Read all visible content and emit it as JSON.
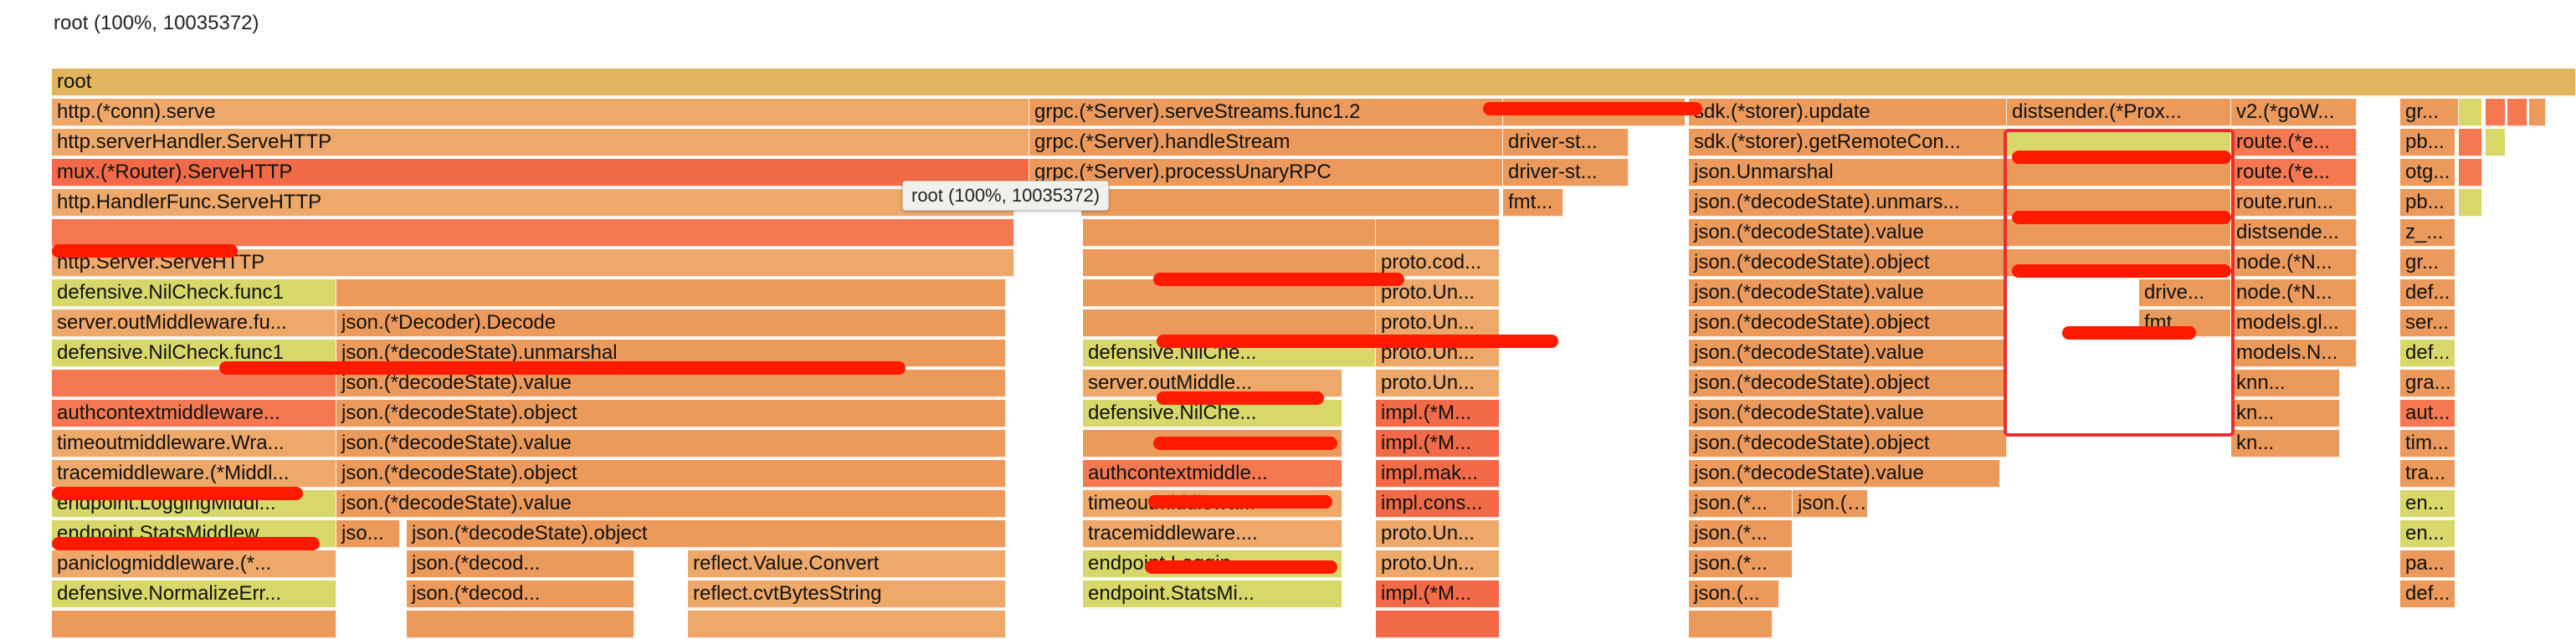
{
  "header": {
    "title": "root (100%, 10035372)"
  },
  "tooltip": {
    "text": "root (100%, 10035372)"
  },
  "colors": {
    "orange": "#ec9a5c",
    "light_orange": "#eda86a",
    "red_orange": "#f57850",
    "red": "#f36a48",
    "yellow": "#d8d86a",
    "gold": "#e3b45e",
    "highlight_border": "#ea2e2e",
    "redaction": "#ff1a00"
  },
  "flame": {
    "depth0": [
      {
        "label": "root",
        "color": "gold"
      }
    ],
    "depth1": [
      {
        "label": "http.(*conn).serve",
        "color": "light_orange"
      },
      {
        "label": "grpc.(*Server).serveStreams.func1.2",
        "color": "orange"
      },
      {
        "label": "",
        "color": "orange"
      },
      {
        "label": "sdk.(*storer).update",
        "color": "orange"
      },
      {
        "label": "distsender.(*Prox...",
        "color": "orange"
      },
      {
        "label": "v2.(*goW...",
        "color": "orange"
      },
      {
        "label": "gr...",
        "color": "orange"
      },
      {
        "label": "",
        "color": "yellow"
      },
      {
        "label": "",
        "color": "red_orange"
      },
      {
        "label": "",
        "color": "red_orange"
      },
      {
        "label": "",
        "color": "orange"
      }
    ],
    "depth2": [
      {
        "label": "http.serverHandler.ServeHTTP",
        "color": "light_orange"
      },
      {
        "label": "grpc.(*Server).handleStream",
        "color": "orange"
      },
      {
        "label": "driver-st...",
        "color": "orange"
      },
      {
        "label": "sdk.(*storer).getRemoteCon...",
        "color": "orange"
      },
      {
        "label": "",
        "color": "yellow"
      },
      {
        "label": "route.(*e...",
        "color": "red_orange"
      },
      {
        "label": "pb...",
        "color": "orange"
      },
      {
        "label": "",
        "color": "red_orange"
      },
      {
        "label": "",
        "color": "yellow"
      }
    ],
    "depth3": [
      {
        "label": "mux.(*Router).ServeHTTP",
        "color": "red"
      },
      {
        "label": "grpc.(*Server).processUnaryRPC",
        "color": "orange"
      },
      {
        "label": "driver-st...",
        "color": "orange"
      },
      {
        "label": "json.Unmarshal",
        "color": "orange"
      },
      {
        "label": "",
        "color": "orange"
      },
      {
        "label": "route.(*e...",
        "color": "red_orange"
      },
      {
        "label": "otg...",
        "color": "orange"
      },
      {
        "label": "",
        "color": "red_orange"
      }
    ],
    "depth4": [
      {
        "label": "http.HandlerFunc.ServeHTTP",
        "color": "light_orange"
      },
      {
        "label": "",
        "color": "orange"
      },
      {
        "label": "fmt...",
        "color": "orange"
      },
      {
        "label": "json.(*decodeState).unmars...",
        "color": "orange"
      },
      {
        "label": "",
        "color": "orange"
      },
      {
        "label": "route.run...",
        "color": "orange"
      },
      {
        "label": "pb...",
        "color": "orange"
      },
      {
        "label": "",
        "color": "yellow"
      }
    ],
    "depth5": [
      {
        "label": "",
        "color": "red_orange"
      },
      {
        "label": "",
        "color": "orange"
      },
      {
        "label": "",
        "color": "orange"
      },
      {
        "label": "json.(*decodeState).value",
        "color": "orange"
      },
      {
        "label": "",
        "color": "orange"
      },
      {
        "label": "distsende...",
        "color": "orange"
      },
      {
        "label": "z_...",
        "color": "orange"
      }
    ],
    "depth6": [
      {
        "label": "http.Server.ServeHTTP",
        "color": "light_orange"
      },
      {
        "label": "",
        "color": "orange"
      },
      {
        "label": "proto.cod...",
        "color": "light_orange"
      },
      {
        "label": "json.(*decodeState).object",
        "color": "orange"
      },
      {
        "label": "",
        "color": "orange"
      },
      {
        "label": "",
        "color": "orange"
      },
      {
        "label": "node.(*N...",
        "color": "orange"
      },
      {
        "label": "gr...",
        "color": "orange"
      }
    ],
    "depth7": [
      {
        "label": "defensive.NilCheck.func1",
        "color": "yellow"
      },
      {
        "label": "",
        "color": "orange"
      },
      {
        "label": "",
        "color": "orange"
      },
      {
        "label": "proto.Un...",
        "color": "light_orange"
      },
      {
        "label": "json.(*decodeState).value",
        "color": "orange"
      },
      {
        "label": "drive...",
        "color": "orange"
      },
      {
        "label": "node.(*N...",
        "color": "orange"
      },
      {
        "label": "def...",
        "color": "orange"
      }
    ],
    "depth8": [
      {
        "label": "server.outMiddleware.fu...",
        "color": "light_orange"
      },
      {
        "label": "json.(*Decoder).Decode",
        "color": "orange"
      },
      {
        "label": "",
        "color": "orange"
      },
      {
        "label": "proto.Un...",
        "color": "light_orange"
      },
      {
        "label": "json.(*decodeState).object",
        "color": "orange"
      },
      {
        "label": "fmt....",
        "color": "orange"
      },
      {
        "label": "models.gl...",
        "color": "orange"
      },
      {
        "label": "ser...",
        "color": "orange"
      }
    ],
    "depth9": [
      {
        "label": "defensive.NilCheck.func1",
        "color": "yellow"
      },
      {
        "label": "json.(*decodeState).unmarshal",
        "color": "orange"
      },
      {
        "label": "defensive.NilChe...",
        "color": "yellow"
      },
      {
        "label": "proto.Un...",
        "color": "light_orange"
      },
      {
        "label": "json.(*decodeState).value",
        "color": "orange"
      },
      {
        "label": "models.N...",
        "color": "orange"
      },
      {
        "label": "def...",
        "color": "yellow"
      }
    ],
    "depth10": [
      {
        "label": "",
        "color": "red_orange"
      },
      {
        "label": "json.(*decodeState).value",
        "color": "orange"
      },
      {
        "label": "server.outMiddle...",
        "color": "light_orange"
      },
      {
        "label": "proto.Un...",
        "color": "light_orange"
      },
      {
        "label": "json.(*decodeState).object",
        "color": "orange"
      },
      {
        "label": "knn...",
        "color": "orange"
      },
      {
        "label": "gra...",
        "color": "orange"
      }
    ],
    "depth11": [
      {
        "label": "authcontextmiddleware...",
        "color": "red_orange"
      },
      {
        "label": "json.(*decodeState).object",
        "color": "orange"
      },
      {
        "label": "defensive.NilChe...",
        "color": "yellow"
      },
      {
        "label": "impl.(*M...",
        "color": "red"
      },
      {
        "label": "json.(*decodeState).value",
        "color": "orange"
      },
      {
        "label": "kn...",
        "color": "orange"
      },
      {
        "label": "aut...",
        "color": "red_orange"
      }
    ],
    "depth12": [
      {
        "label": "timeoutmiddleware.Wra...",
        "color": "light_orange"
      },
      {
        "label": "json.(*decodeState).value",
        "color": "orange"
      },
      {
        "label": "",
        "color": "orange"
      },
      {
        "label": "impl.(*M...",
        "color": "red"
      },
      {
        "label": "json.(*decodeState).object",
        "color": "orange"
      },
      {
        "label": "kn...",
        "color": "orange"
      },
      {
        "label": "tim...",
        "color": "orange"
      }
    ],
    "depth13": [
      {
        "label": "tracemiddleware.(*Middl...",
        "color": "light_orange"
      },
      {
        "label": "json.(*decodeState).object",
        "color": "orange"
      },
      {
        "label": "authcontextmiddle...",
        "color": "red_orange"
      },
      {
        "label": "impl.mak...",
        "color": "red"
      },
      {
        "label": "json.(*decodeState).value",
        "color": "orange"
      },
      {
        "label": "tra...",
        "color": "orange"
      }
    ],
    "depth14": [
      {
        "label": "endpoint.LoggingMiddl...",
        "color": "yellow"
      },
      {
        "label": "json.(*decodeState).value",
        "color": "orange"
      },
      {
        "label": "timeoutmiddlewa...",
        "color": "light_orange"
      },
      {
        "label": "impl.cons...",
        "color": "red"
      },
      {
        "label": "json.(*...",
        "color": "orange"
      },
      {
        "label": "json.(*d...",
        "color": "orange"
      },
      {
        "label": "en...",
        "color": "yellow"
      }
    ],
    "depth15": [
      {
        "label": "endpoint.StatsMiddlew...",
        "color": "yellow"
      },
      {
        "label": "jso...",
        "color": "orange"
      },
      {
        "label": "json.(*decodeState).object",
        "color": "orange"
      },
      {
        "label": "tracemiddleware....",
        "color": "light_orange"
      },
      {
        "label": "proto.Un...",
        "color": "light_orange"
      },
      {
        "label": "json.(*...",
        "color": "orange"
      },
      {
        "label": "en...",
        "color": "yellow"
      }
    ],
    "depth16": [
      {
        "label": "paniclogmiddleware.(*...",
        "color": "light_orange"
      },
      {
        "label": "json.(*decod...",
        "color": "orange"
      },
      {
        "label": "reflect.Value.Convert",
        "color": "light_orange"
      },
      {
        "label": "endpoint.Loggin...",
        "color": "yellow"
      },
      {
        "label": "proto.Un...",
        "color": "light_orange"
      },
      {
        "label": "json.(*...",
        "color": "orange"
      },
      {
        "label": "pa...",
        "color": "orange"
      }
    ],
    "depth17": [
      {
        "label": "defensive.NormalizeErr...",
        "color": "yellow"
      },
      {
        "label": "json.(*decod...",
        "color": "orange"
      },
      {
        "label": "reflect.cvtBytesString",
        "color": "light_orange"
      },
      {
        "label": "endpoint.StatsMi...",
        "color": "yellow"
      },
      {
        "label": "impl.(*M...",
        "color": "red"
      },
      {
        "label": "json.(...",
        "color": "orange"
      },
      {
        "label": "def...",
        "color": "orange"
      }
    ],
    "depth18": [
      {
        "label": "",
        "color": "orange"
      },
      {
        "label": "",
        "color": "orange"
      },
      {
        "label": "",
        "color": "light_orange"
      },
      {
        "label": "",
        "color": "red"
      },
      {
        "label": "",
        "color": "orange"
      }
    ]
  }
}
